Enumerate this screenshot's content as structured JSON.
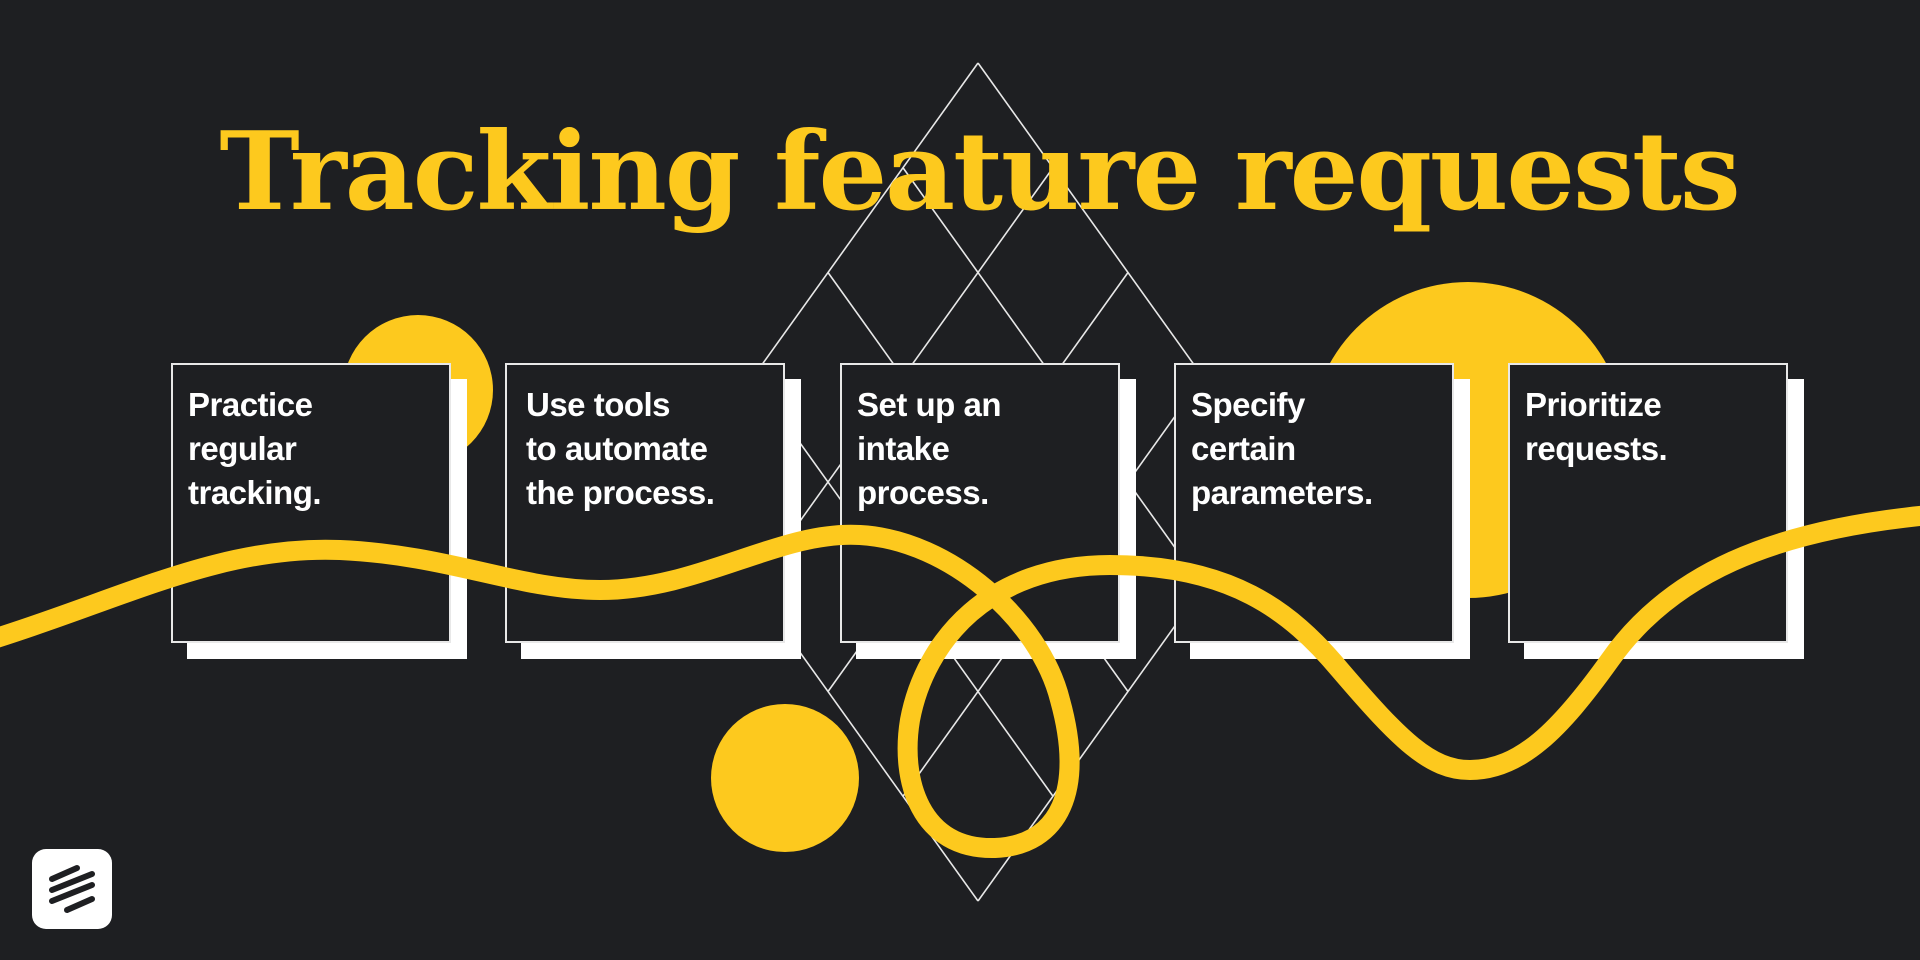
{
  "title": "Tracking feature requests",
  "colors": {
    "background": "#1e1f22",
    "accent": "#fdc91e",
    "card_text": "#ffffff",
    "grid_lines": "#e8e8e8"
  },
  "steps": [
    {
      "text": "Practice\nregular\ntracking."
    },
    {
      "text": "Use tools\nto automate\nthe process."
    },
    {
      "text": "Set up an\nintake\nprocess."
    },
    {
      "text": "Specify\ncertain\nparameters."
    },
    {
      "text": "Prioritize\nrequests."
    }
  ],
  "logo": {
    "icon": "stacked-lines-icon"
  }
}
